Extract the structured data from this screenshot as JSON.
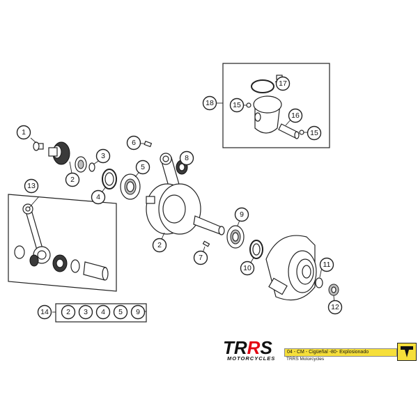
{
  "callouts": {
    "c1": "1",
    "c2a": "2",
    "c3": "3",
    "c4": "4",
    "c5": "5",
    "c6": "6",
    "c8": "8",
    "c2b": "2",
    "c7": "7",
    "c9": "9",
    "c10": "10",
    "c11": "11",
    "c12": "12",
    "c13": "13",
    "c18": "18",
    "c15a": "15",
    "c15b": "15",
    "c16": "16",
    "c17": "17",
    "c14": "14"
  },
  "kit_14_items": [
    "2",
    "3",
    "4",
    "5",
    "9"
  ],
  "footer": {
    "brand_main_a": "TR",
    "brand_main_b": "R",
    "brand_main_c": "S",
    "brand_sub": "MOTORCYCLES",
    "title": "04 - CM - Cigüeñal -80- Explosionado",
    "company": "TRRS Motorcycles"
  },
  "colors": {
    "title_bar": "#f6df3a",
    "brand_accent": "#e30613"
  }
}
